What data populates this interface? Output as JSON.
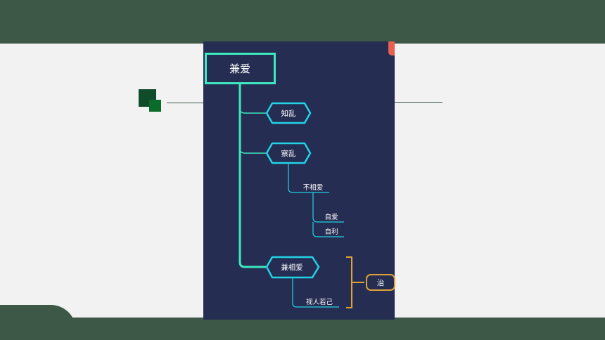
{
  "mindmap": {
    "root": "兼爱",
    "branches": [
      {
        "label": "知乱"
      },
      {
        "label": "察乱"
      },
      {
        "label": "兼相爱"
      }
    ],
    "sub": {
      "bu_xiang_ai": "不相爱",
      "zi_ai": "自爱",
      "zi_li": "自利",
      "shi_ren": "视人若己"
    },
    "bracket_label": "治"
  },
  "colors": {
    "background": "#f2f2f2",
    "band": "#3d5847",
    "panel": "#252d52",
    "cyan": "#22d3e6",
    "root_border": "#3ee8c0",
    "orange": "#e0a235",
    "red_tab": "#e8604f"
  }
}
